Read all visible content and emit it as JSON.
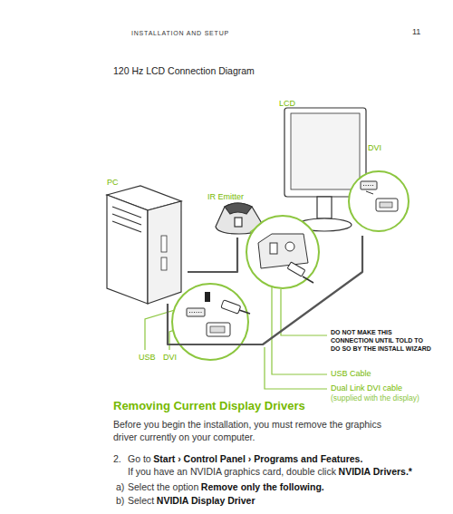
{
  "diagram": {
    "title": "120 Hz LCD Connection Diagram",
    "nodes": [
      {
        "text": [
          "LCD"
        ]
      },
      {
        "text": [
          "PC"
        ]
      },
      {
        "text": [
          "IR Emitter"
        ]
      }
    ],
    "edges": [
      {
        "from": 1,
        "to": 0,
        "arrow": "none"
      },
      {
        "from": 1,
        "to": 2,
        "arrow": "none"
      }
    ],
    "labels": [
      "INSTALLATION AND SETUP",
      "11",
      "DVI",
      "USB",
      "DVI",
      "DO NOT MAKE THIS CONNECTION UNTIL TOLD TO DO SO BY THE INSTALL WIZARD",
      "USB Cable",
      "Dual Link DVI cable",
      "(supplied with the display)",
      "Removing Current Display Drivers",
      "Before you begin the installation, you must remove the graphics driver currently on your computer.",
      "2.",
      "Go to",
      "Start › Control Panel › Programs and Features.",
      "If you have an NVIDIA graphics card, double click",
      "NVIDIA Drivers.*",
      "a)",
      "Select the option",
      "Remove only the following.",
      "b)",
      "Select",
      "NVIDIA Display Driver"
    ]
  }
}
